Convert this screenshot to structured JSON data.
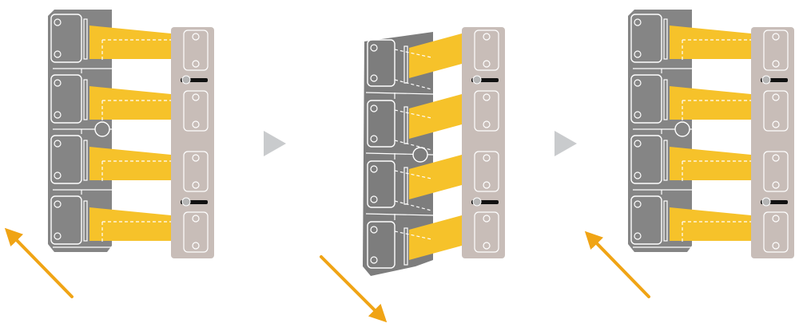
{
  "colors": {
    "background": "#ffffff",
    "dark_plate": "#858585",
    "dark_plate_tilted": "#7d7d7d",
    "light_plate": "#c8bdb8",
    "yellow_band": "#f6c22a",
    "arrow": "#f0a415",
    "chevron": "#c9cbcd",
    "line": "#ffffff",
    "slider_track": "#111111",
    "slider_knob": "#b5b5b5"
  },
  "panels": [
    {
      "id": "left",
      "state": "aligned",
      "arrow": "up-left"
    },
    {
      "id": "middle",
      "state": "tilted",
      "arrow": "down-right"
    },
    {
      "id": "right",
      "state": "aligned",
      "arrow": "up-left"
    }
  ],
  "rows_per_panel": 4,
  "transitions": [
    {
      "icon": "chevron-right-icon"
    },
    {
      "icon": "chevron-right-icon"
    }
  ]
}
